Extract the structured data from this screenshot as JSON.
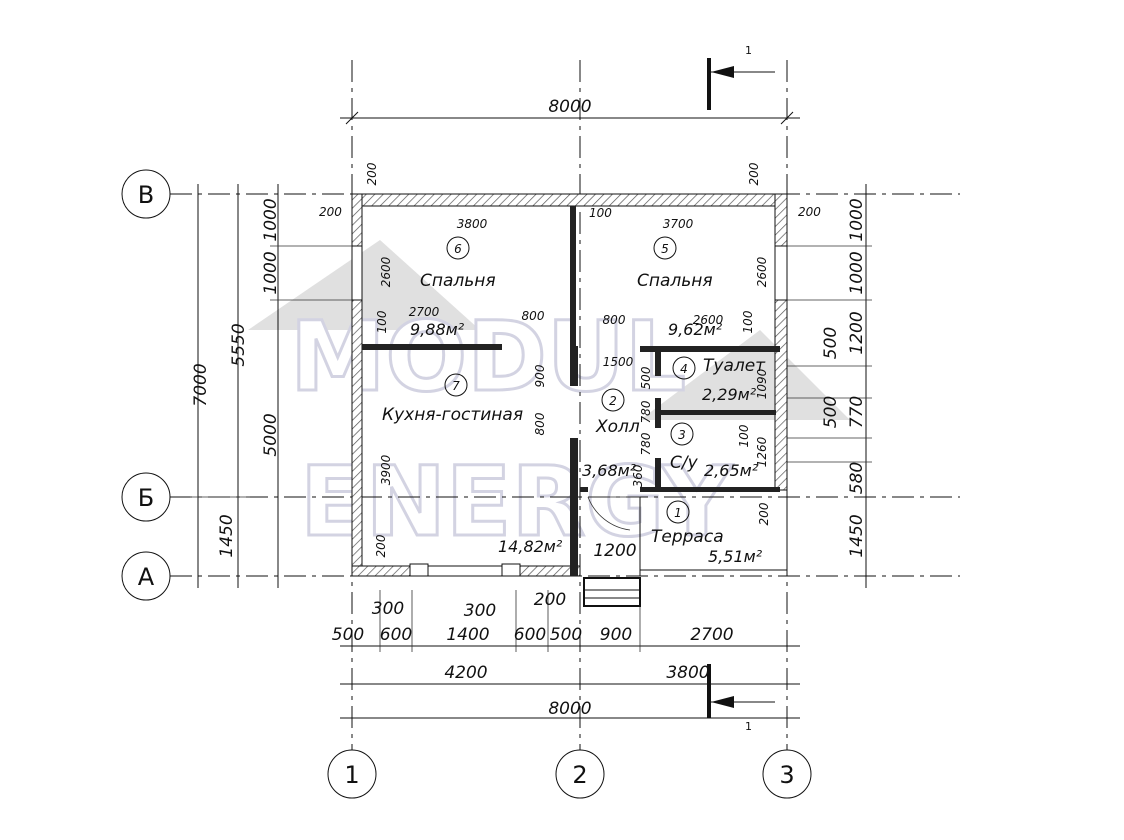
{
  "section_mark": "1",
  "axes": {
    "vertical": [
      "1",
      "2",
      "3"
    ],
    "horizontal": [
      "В",
      "Б",
      "А"
    ]
  },
  "rooms": [
    {
      "num": "6",
      "name": "Спальня",
      "area": "9,88м²"
    },
    {
      "num": "5",
      "name": "Спальня",
      "area": "9,62м²"
    },
    {
      "num": "7",
      "name": "Кухня-гостиная",
      "area": "14,82м²"
    },
    {
      "num": "4",
      "name": "Туалет",
      "area": "2,29м²"
    },
    {
      "num": "2",
      "name": "Холл",
      "area": "3,68м²"
    },
    {
      "num": "3",
      "name": "С/у",
      "area": "2,65м²"
    },
    {
      "num": "1",
      "name": "Терраса",
      "area": "5,51м²"
    }
  ],
  "dims": {
    "top_total": "8000",
    "bottom_total": "8000",
    "bottom_4200": "4200",
    "bottom_3800": "3800",
    "bottom_chain": [
      "500",
      "600",
      "1400",
      "600",
      "500",
      "900",
      "2700"
    ],
    "bottom_small": [
      "300",
      "300",
      "200"
    ],
    "terrace_door": "1200",
    "left_total": "7000",
    "left_5550": "5550",
    "left_1450": "1450",
    "left_upper": [
      "1000",
      "1000"
    ],
    "left_5000": "5000",
    "right_chain": [
      "1000",
      "1000",
      "1200",
      "770",
      "580",
      "1450"
    ],
    "right_500a": "500",
    "right_500b": "500",
    "wall_200": [
      "200",
      "200",
      "200",
      "200",
      "200",
      "200"
    ],
    "wall_100": [
      "100",
      "100",
      "100",
      "100"
    ],
    "room6_w": "3800",
    "room5_w": "3700",
    "room6_h": "2600",
    "room5_h": "2600",
    "room6_in": "2700",
    "room5_in": "2600",
    "door_800": [
      "800",
      "800",
      "900",
      "800"
    ],
    "hall_1500": "1500",
    "hall_vert": [
      "500",
      "780",
      "780",
      "360"
    ],
    "wc_1090": "1090",
    "bath_1260": "1260",
    "kitchen_3900": "3900"
  },
  "watermark": {
    "line1": "MODUL",
    "line2": "ENERGY"
  }
}
